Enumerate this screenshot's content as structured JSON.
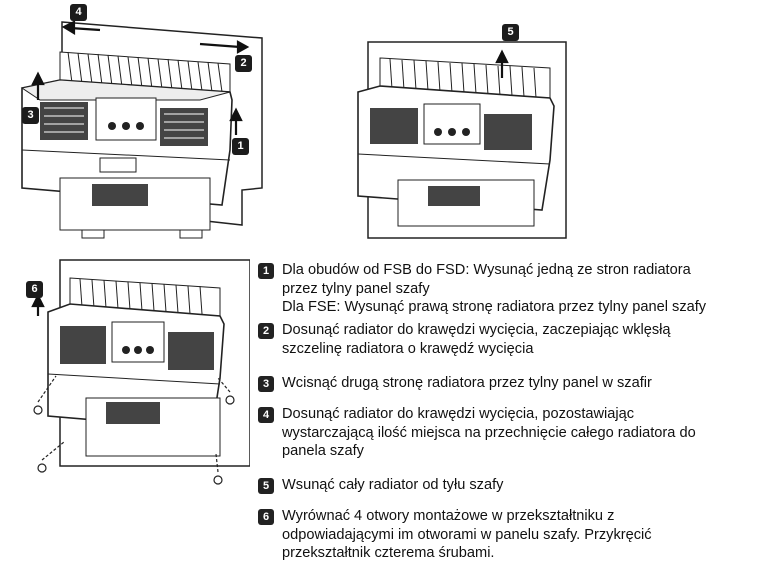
{
  "callouts": {
    "fig1_a": "4",
    "fig1_b": "2",
    "fig1_c": "3",
    "fig1_d": "1",
    "fig2_a": "5",
    "fig3_a": "6"
  },
  "steps": [
    {
      "num": "1",
      "text": "Dla obudów od FSB do FSD: Wysunąć jedną ze stron radiatora\nprzez tylny panel szafy\nDla FSE: Wysunąć prawą stronę radiatora przez tylny panel szafy"
    },
    {
      "num": "2",
      "text": "Dosunąć radiator do krawędzi wycięcia, zaczepiając wklęsłą\nszczelinę radiatora o krawędź wycięcia"
    },
    {
      "num": "3",
      "text": "Wcisnąć drugą stronę radiatora przez tylny panel w szafir"
    },
    {
      "num": "4",
      "text": "Dosunąć radiator do krawędzi wycięcia, pozostawiając\nwystarczającą ilość miejsca na przechnięcie całego radiatora do\npanela szafy"
    },
    {
      "num": "5",
      "text": "Wsunąć cały radiator od tyłu szafy"
    },
    {
      "num": "6",
      "text": "Wyrównać 4 otwory montażowe w przekształtniku z\nodpowiadającymi im otworami w panelu szafy. Przykręcić\nprzekształtnik czterema śrubami."
    }
  ]
}
